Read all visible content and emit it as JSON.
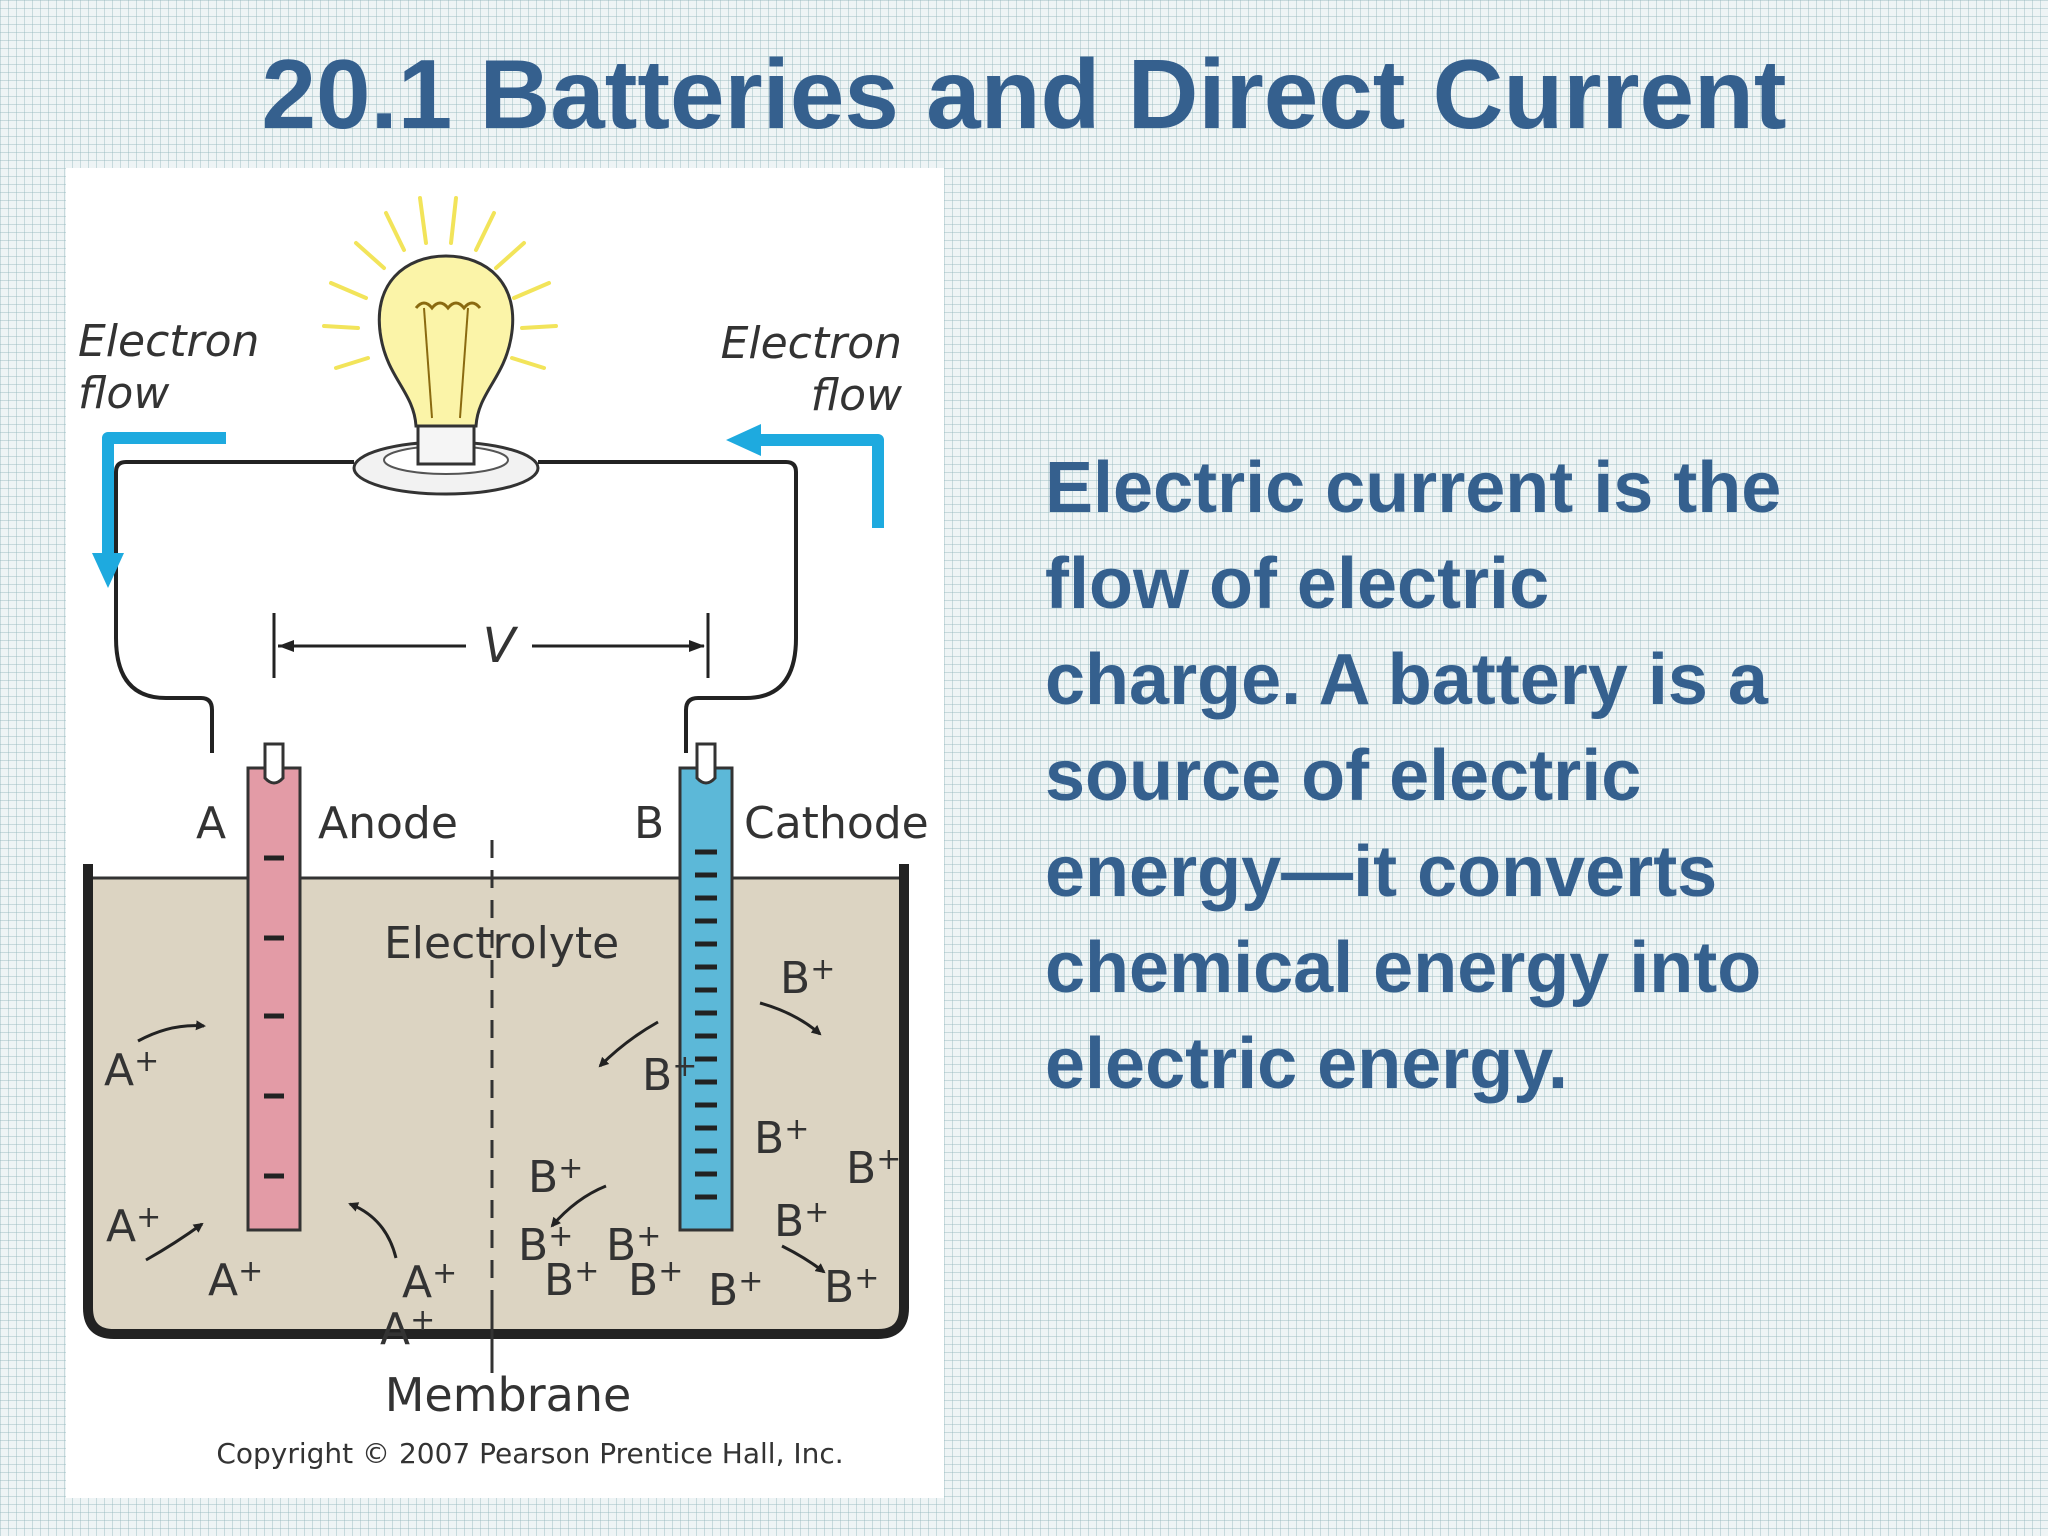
{
  "slide": {
    "title": "20.1 Batteries and Direct Current",
    "body_lines": [
      "Electric current is the",
      "flow of electric",
      "charge. A battery is a",
      "source of electric",
      "energy—it converts",
      "chemical energy into",
      "electric energy."
    ]
  },
  "diagram": {
    "electron_flow_left": [
      "Electron",
      "flow"
    ],
    "electron_flow_right": [
      "Electron",
      "flow"
    ],
    "voltage_label": "V",
    "anode_letter": "A",
    "anode_label": "Anode",
    "cathode_letter": "B",
    "cathode_label": "Cathode",
    "electrolyte_label": "Electrolyte",
    "membrane_label": "Membrane",
    "copyright": "Copyright © 2007 Pearson Prentice Hall, Inc.",
    "ion_a": "A",
    "ion_b": "B",
    "plus": "+",
    "minus": "–",
    "colors": {
      "title": "#35608e",
      "electrolyte": "#dcd4c2",
      "anode": "#e39ba6",
      "cathode": "#5cb8d8",
      "arrow": "#1eaadf",
      "bulb": "#fbf4a8",
      "rays": "#f2e45a"
    }
  }
}
